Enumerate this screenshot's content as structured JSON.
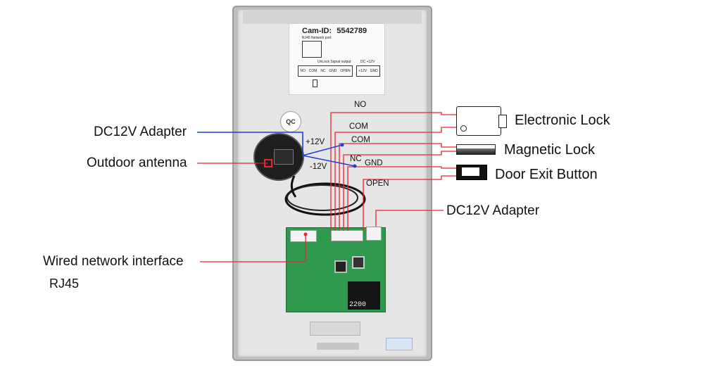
{
  "sticker": {
    "cam_id_label": "Cam-ID:",
    "cam_id_value": "5542789",
    "rj45_caption": "RJ45 Network port",
    "unlock_caption": "UnLock Signal output",
    "dc_caption": "DC +12V",
    "unlock_terminals": [
      "NO",
      "COM",
      "NC",
      "GND",
      "OPEN"
    ],
    "dc_terminals": [
      "+12V",
      "GND"
    ]
  },
  "board": {
    "qc_mark": "QC",
    "capacitor_label": "2200"
  },
  "wire_labels": {
    "no": "NO",
    "com1": "COM",
    "com2": "COM",
    "nc": "NC",
    "gnd": "GND",
    "open": "OPEN",
    "plus12": "+12V",
    "minus12": "-12V"
  },
  "callouts": {
    "dc12v_adapter_left": "DC12V Adapter",
    "outdoor_antenna": "Outdoor antenna",
    "wired_network": "Wired network interface",
    "rj45": "RJ45",
    "electronic_lock": "Electronic Lock",
    "magnetic_lock": "Magnetic Lock",
    "door_exit_button": "Door Exit Button",
    "dc12v_adapter_right": "DC12V Adapter"
  },
  "colors": {
    "wire_red": "#e8262d",
    "wire_blue": "#1f3fd8",
    "panel": "#e4e4e4",
    "board_green": "#2f9a4e"
  }
}
